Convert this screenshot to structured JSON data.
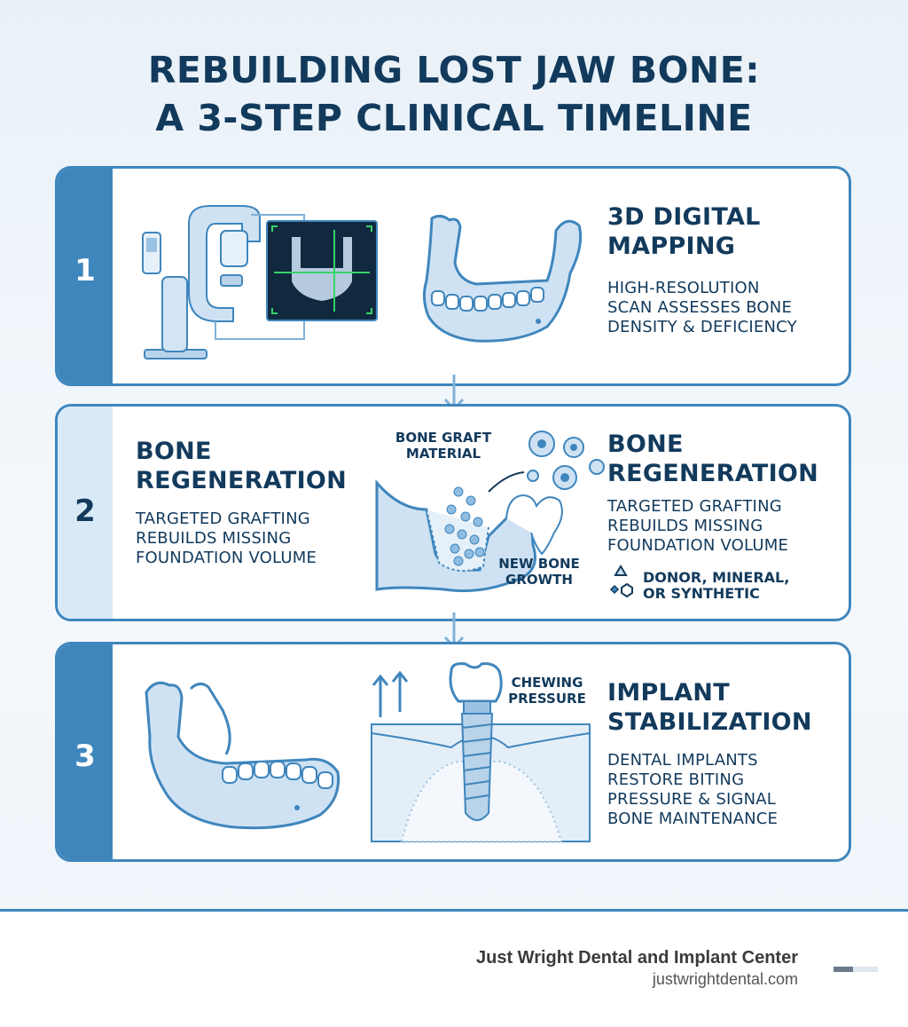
{
  "title": {
    "line1": "REBUILDING LOST JAW BONE:",
    "line2": "A 3-STEP CLINICAL TIMELINE"
  },
  "steps": [
    {
      "number": "1",
      "heading_line1": "3D DIGITAL",
      "heading_line2": "MAPPING",
      "text_line1": "HIGH-RESOLUTION",
      "text_line2": "SCAN ASSESSES BONE",
      "text_line3": "DENSITY & DEFICIENCY"
    },
    {
      "number": "2",
      "left_heading_line1": "BONE",
      "left_heading_line2": "REGENERATION",
      "left_text_line1": "TARGETED GRAFTING",
      "left_text_line2": "REBUILDS MISSING",
      "left_text_line3": "FOUNDATION VOLUME",
      "label_graft_line1": "BONE GRAFT",
      "label_graft_line2": "MATERIAL",
      "label_growth_line1": "NEW BONE",
      "label_growth_line2": "GROWTH",
      "heading_line1": "BONE",
      "heading_line2": "REGENERATION",
      "text_line1": "TARGETED GRAFTING",
      "text_line2": "REBUILDS MISSING",
      "text_line3": "FOUNDATION VOLUME",
      "note_line1": "DONOR, MINERAL,",
      "note_line2": "OR SYNTHETIC"
    },
    {
      "number": "3",
      "heading_line1": "IMPLANT",
      "heading_line2": "STABILIZATION",
      "label_line1": "CHEWING",
      "label_line2": "PRESSURE",
      "text_line1": "DENTAL IMPLANTS",
      "text_line2": "RESTORE BITING",
      "text_line3": "PRESSURE & SIGNAL",
      "text_line4": "BONE MAINTENANCE"
    }
  ],
  "footer": {
    "name": "Just Wright Dental and Implant Center",
    "url": "justwrightdental.com"
  },
  "icons": [
    "cbct-scanner-icon",
    "jaw-scan-monitor-icon",
    "jaw-bone-icon",
    "bone-graft-cross-section-icon",
    "bone-cells-icon",
    "crystal-icon",
    "implant-cross-section-icon",
    "up-arrow-icon",
    "down-arrow-icon"
  ],
  "colors": {
    "primary": "#3f86bd",
    "text": "#123a5c",
    "light": "#d9e9f6",
    "bone": "#c7dcef"
  }
}
